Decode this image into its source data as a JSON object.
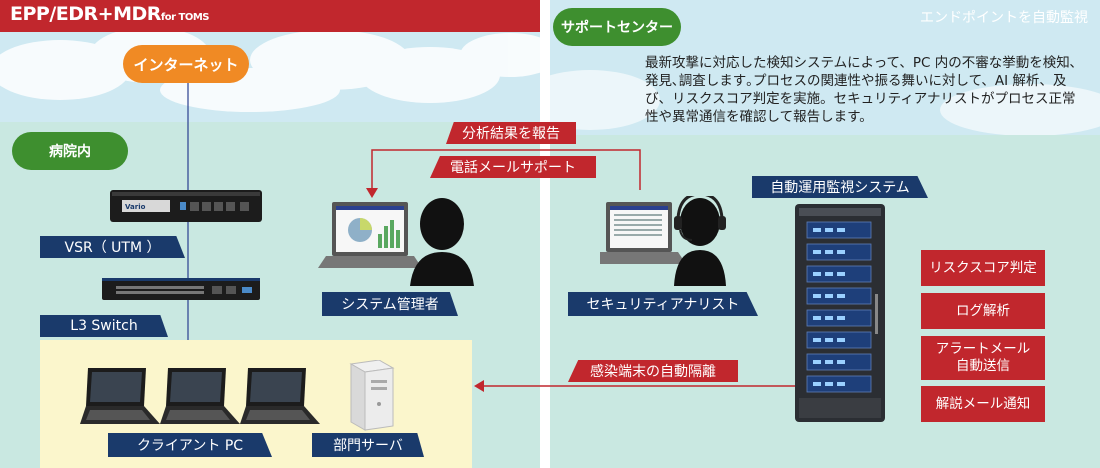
{
  "header": {
    "title_main": "EPP/EDR+MDR",
    "title_suffix": "for TOMS",
    "subtitle": "エンドポイントを自動監視"
  },
  "internet_label": "インターネット",
  "hospital_label": "病院内",
  "support_center_label": "サポートセンター",
  "description": "最新攻撃に対応した検知システムによって、PC 内の不審な挙動を検知､発見､調査します｡プロセスの関連性や振る舞いに対して、AI 解析、及び、リスクスコア判定を実施。セキュリティアナリストがプロセス正常性や異常通信を確認して報告します。",
  "arrows": {
    "analysis_report": "分析結果を報告",
    "phone_mail_support": "電話メールサポート",
    "auto_isolation": "感染端末の自動隔離"
  },
  "devices": {
    "vsr": "VSR（ UTM ）",
    "vsr_brand": "Vario",
    "l3": "L3 Switch",
    "client_pc": "クライアント PC",
    "dept_server": "部門サーバ",
    "sysadmin": "システム管理者",
    "analyst": "セキュリティアナリスト",
    "monitor_system": "自動運用監視システム"
  },
  "functions": [
    "リスクスコア判定",
    "ログ解析",
    "アラートメール\n自動送信",
    "解説メール通知"
  ],
  "colors": {
    "red": "#c1272d",
    "navy": "#1a3a6b",
    "green": "#3e8f2f",
    "orange": "#f08a24",
    "teal_bg": "#c9e8e1",
    "yellow_area": "#fbf6cc"
  }
}
